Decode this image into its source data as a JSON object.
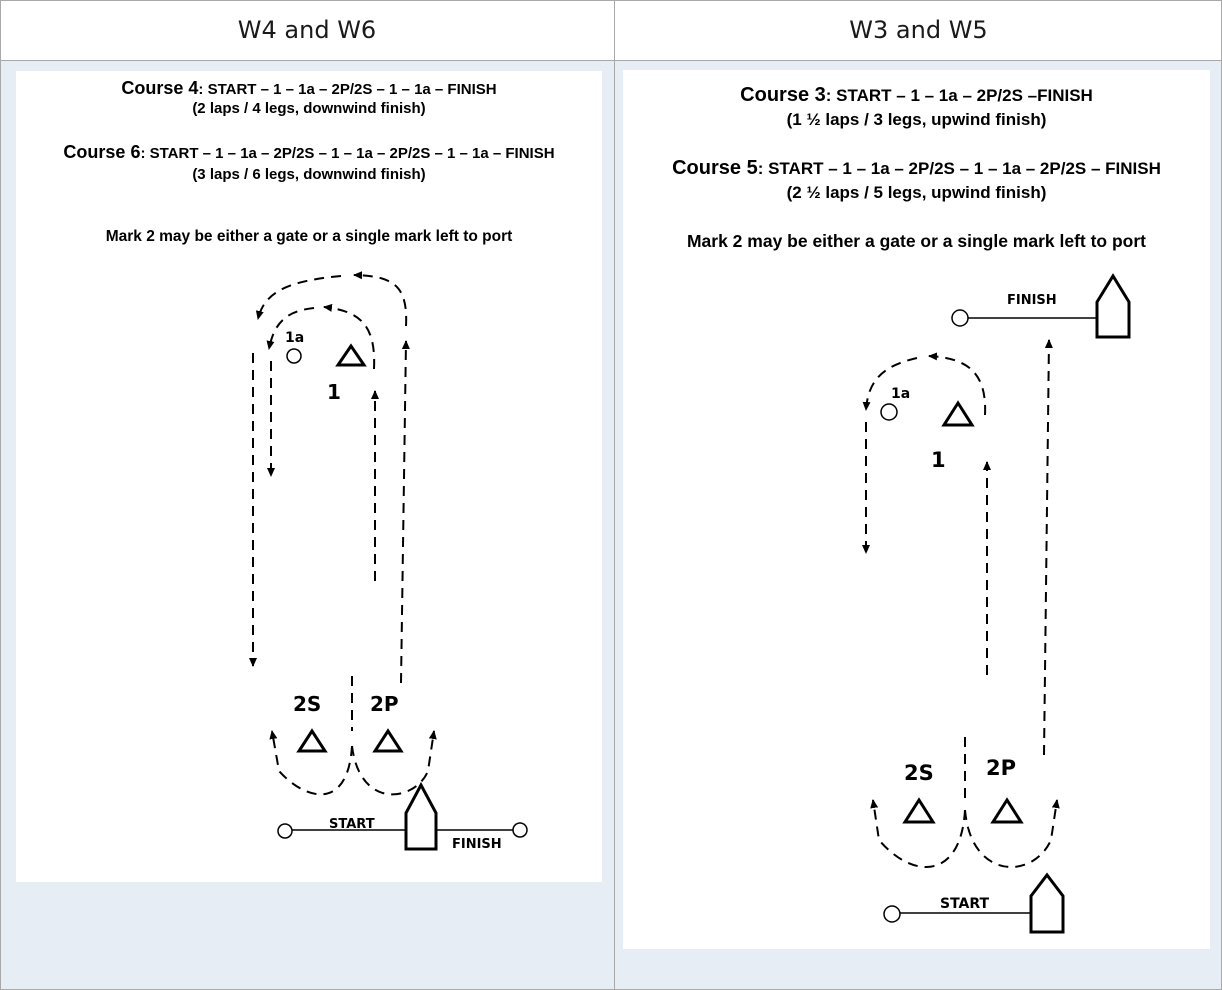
{
  "headers": {
    "left": "W4 and W6",
    "right": "W3 and W5"
  },
  "left_diagram": {
    "course_a_title": "Course 4",
    "course_a_seq": ": START – 1 – 1a – 2P/2S – 1 – 1a – FINISH",
    "course_a_sub": "(2 laps / 4 legs, downwind finish)",
    "course_b_title": "Course 6",
    "course_b_seq": ": START – 1 – 1a – 2P/2S – 1 – 1a – 2P/2S – 1 – 1a – FINISH",
    "course_b_sub": "(3 laps / 6 legs, downwind finish)",
    "mark2_note": "Mark 2 may be either a gate or a single mark left to port",
    "labels": {
      "m1a": "1a",
      "m1": "1",
      "m2s": "2S",
      "m2p": "2P",
      "start": "START",
      "finish": "FINISH"
    }
  },
  "right_diagram": {
    "course_a_title": "Course 3",
    "course_a_seq": ": START – 1 – 1a – 2P/2S –FINISH",
    "course_a_sub": "(1 ½ laps / 3 legs, upwind finish)",
    "course_b_title": "Course 5",
    "course_b_seq": ": START – 1 – 1a – 2P/2S – 1 – 1a – 2P/2S – FINISH",
    "course_b_sub": "(2 ½ laps / 5 legs, upwind finish)",
    "mark2_note": "Mark 2 may be either a gate or a single mark left to port",
    "labels": {
      "m1a": "1a",
      "m1": "1",
      "m2s": "2S",
      "m2p": "2P",
      "start": "START",
      "finish": "FINISH"
    }
  },
  "colors": {
    "cell_background": "#e7edf4",
    "border": "#a9a9a9",
    "ink": "#000000"
  }
}
